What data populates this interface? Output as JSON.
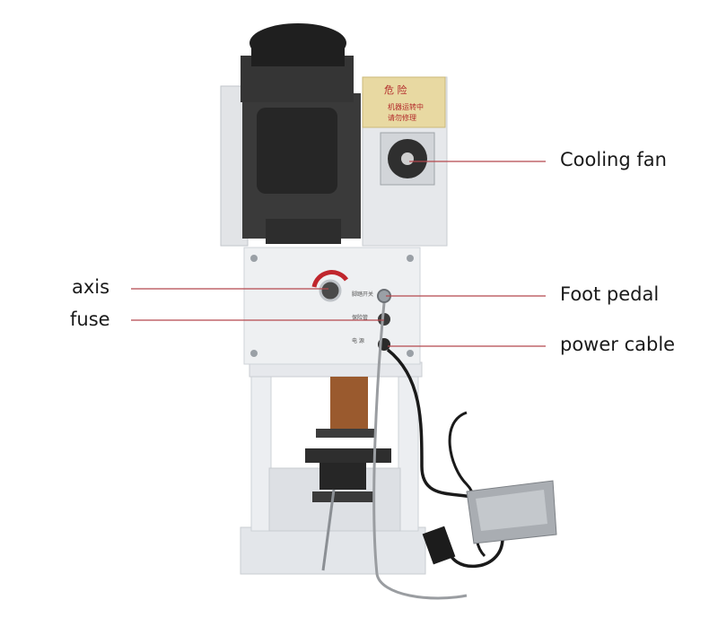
{
  "labels": {
    "cooling_fan": "Cooling fan",
    "axis": "axis",
    "fuse": "fuse",
    "foot_pedal": "Foot pedal",
    "power_cable": "power cable"
  },
  "warning_label": {
    "title": "危 险",
    "line1": "机器运转中",
    "line2": "请勿修理"
  },
  "panel_text": {
    "foot_switch": "脚踏开关",
    "fuse": "保险管",
    "power": "电 源"
  },
  "colors": {
    "callout_line": "#b5484e",
    "frame": "#e9ebee",
    "motor": "#2a2a2a",
    "warning_yellow": "#e8d9a2"
  }
}
